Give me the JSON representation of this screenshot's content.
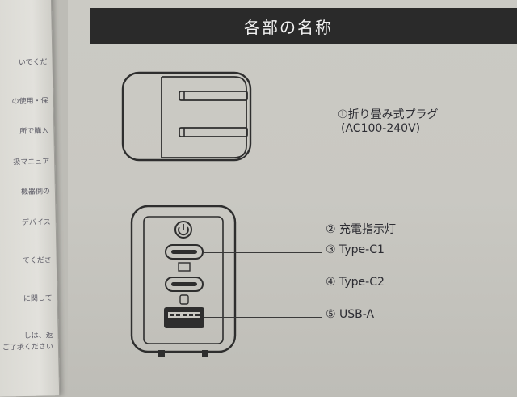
{
  "header": {
    "title": "各部の名称"
  },
  "left_page_fragments": [
    "いでくだ",
    "の使用・保",
    "所で購入",
    "扱マニュア",
    "機器側の",
    "デバイス",
    "てくださ",
    "に関して",
    "しは、返",
    "ご了承ください"
  ],
  "parts": [
    {
      "number": "①",
      "name": "折り畳み式プラグ",
      "sub": "(AC100-240V)"
    },
    {
      "number": "②",
      "name": "充電指示灯"
    },
    {
      "number": "③",
      "name": "Type-C1"
    },
    {
      "number": "④",
      "name": "Type-C2"
    },
    {
      "number": "⑤",
      "name": "USB-A"
    }
  ],
  "colors": {
    "header_bg": "#2a2a2a",
    "header_text": "#f2f2f2",
    "line": "#3a3a3a"
  },
  "icons": [
    "power-icon",
    "usb-c-port-icon",
    "usb-a-port-icon"
  ]
}
